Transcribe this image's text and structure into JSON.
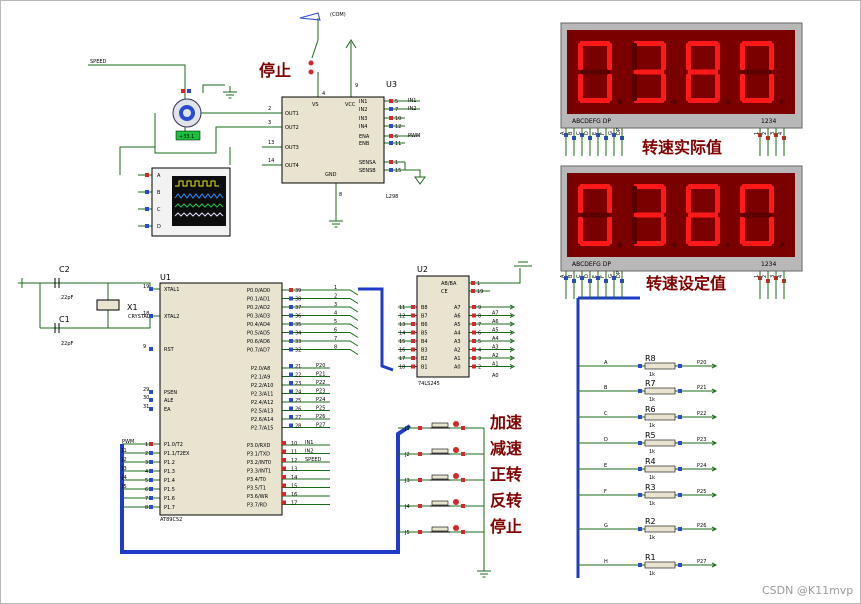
{
  "motor": {
    "label": "SPEED",
    "speed_readout": "+33.1"
  },
  "power": {
    "label": "(COM)"
  },
  "driver": {
    "ref": "U3",
    "part": "L298",
    "left_pins": [
      {
        "num": "2",
        "name": "OUT1"
      },
      {
        "num": "3",
        "name": "OUT2"
      },
      {
        "num": "13",
        "name": "OUT3"
      },
      {
        "num": "14",
        "name": "OUT4"
      }
    ],
    "top_pins": [
      {
        "num": "4",
        "name": "VS"
      },
      {
        "num": "9",
        "name": "VCC"
      }
    ],
    "gnd": {
      "num": "8",
      "name": "GND"
    },
    "right_pins": [
      {
        "num": "5",
        "name": "IN1",
        "net": "IN1"
      },
      {
        "num": "7",
        "name": "IN2",
        "net": "IN2"
      },
      {
        "num": "10",
        "name": "IN3",
        "net": ""
      },
      {
        "num": "12",
        "name": "IN4",
        "net": ""
      },
      {
        "num": "6",
        "name": "ENA",
        "net": "PWM"
      },
      {
        "num": "11",
        "name": "ENB",
        "net": ""
      },
      {
        "num": "1",
        "name": "SENSA",
        "net": ""
      },
      {
        "num": "15",
        "name": "SENSB",
        "net": ""
      }
    ]
  },
  "scope": {
    "channels": [
      "A",
      "B",
      "C",
      "D"
    ]
  },
  "mcu": {
    "ref": "U1",
    "part": "AT89C52",
    "left_pins": [
      {
        "num": "19",
        "name": "XTAL1"
      },
      {
        "num": "18",
        "name": "XTAL2"
      },
      {
        "num": "9",
        "name": "RST"
      },
      {
        "num": "29",
        "name": "PSEN"
      },
      {
        "num": "30",
        "name": "ALE"
      },
      {
        "num": "31",
        "name": "EA"
      }
    ],
    "p1": [
      {
        "num": "1",
        "name": "P1.0/T2",
        "net": "PWM"
      },
      {
        "num": "2",
        "name": "P1.1/T2EX",
        "net": "J1"
      },
      {
        "num": "3",
        "name": "P1.2",
        "net": "J2"
      },
      {
        "num": "4",
        "name": "P1.3",
        "net": "J3"
      },
      {
        "num": "5",
        "name": "P1.4",
        "net": "J4"
      },
      {
        "num": "6",
        "name": "P1.5",
        "net": "J5"
      },
      {
        "num": "7",
        "name": "P1.6",
        "net": ""
      },
      {
        "num": "8",
        "name": "P1.7",
        "net": ""
      }
    ],
    "p0": [
      {
        "num": "39",
        "name": "P0.0/AD0",
        "net": "1"
      },
      {
        "num": "38",
        "name": "P0.1/AD1",
        "net": "2"
      },
      {
        "num": "37",
        "name": "P0.2/AD2",
        "net": "3"
      },
      {
        "num": "36",
        "name": "P0.3/AD3",
        "net": "4"
      },
      {
        "num": "35",
        "name": "P0.4/AD4",
        "net": "5"
      },
      {
        "num": "34",
        "name": "P0.5/AD5",
        "net": "6"
      },
      {
        "num": "33",
        "name": "P0.6/AD6",
        "net": "7"
      },
      {
        "num": "32",
        "name": "P0.7/AD7",
        "net": "8"
      }
    ],
    "p2": [
      {
        "num": "21",
        "name": "P2.0/A8",
        "net": "P20"
      },
      {
        "num": "22",
        "name": "P2.1/A9",
        "net": "P21"
      },
      {
        "num": "23",
        "name": "P2.2/A10",
        "net": "P22"
      },
      {
        "num": "24",
        "name": "P2.3/A11",
        "net": "P23"
      },
      {
        "num": "25",
        "name": "P2.4/A12",
        "net": "P24"
      },
      {
        "num": "26",
        "name": "P2.5/A13",
        "net": "P25"
      },
      {
        "num": "27",
        "name": "P2.6/A14",
        "net": "P26"
      },
      {
        "num": "28",
        "name": "P2.7/A15",
        "net": "P27"
      }
    ],
    "p3": [
      {
        "num": "10",
        "name": "P3.0/RXD",
        "net": "IN1"
      },
      {
        "num": "11",
        "name": "P3.1/TXD",
        "net": "IN2"
      },
      {
        "num": "12",
        "name": "P3.2/INT0",
        "net": "SPEED"
      },
      {
        "num": "13",
        "name": "P3.3/INT1",
        "net": ""
      },
      {
        "num": "14",
        "name": "P3.4/T0",
        "net": ""
      },
      {
        "num": "15",
        "name": "P3.5/T1",
        "net": ""
      },
      {
        "num": "16",
        "name": "P3.6/WR",
        "net": ""
      },
      {
        "num": "17",
        "name": "P3.7/RD",
        "net": ""
      }
    ]
  },
  "crystal": {
    "ref": "X1",
    "value": "CRYSTAL",
    "c1": "C1",
    "c2": "C2",
    "c_value": "22pF"
  },
  "buffer": {
    "ref": "U2",
    "part": "74LS245",
    "top_pins": [
      {
        "num": "1",
        "name": "AB/BA"
      },
      {
        "num": "19",
        "name": "CE"
      }
    ],
    "b_pins": [
      {
        "num": "11",
        "name": "B8",
        "net": ""
      },
      {
        "num": "12",
        "name": "B7",
        "net": "8"
      },
      {
        "num": "13",
        "name": "B6",
        "net": "7"
      },
      {
        "num": "14",
        "name": "B5",
        "net": "6"
      },
      {
        "num": "15",
        "name": "B4",
        "net": "5"
      },
      {
        "num": "16",
        "name": "B3",
        "net": "4"
      },
      {
        "num": "17",
        "name": "B2",
        "net": "3"
      },
      {
        "num": "18",
        "name": "B1",
        "net": "2"
      }
    ],
    "a_pins": [
      {
        "num": "9",
        "name": "A7",
        "net": ""
      },
      {
        "num": "8",
        "name": "A6",
        "net": "A7"
      },
      {
        "num": "7",
        "name": "A5",
        "net": "A6"
      },
      {
        "num": "6",
        "name": "A4",
        "net": "A5"
      },
      {
        "num": "5",
        "name": "A3",
        "net": "A4"
      },
      {
        "num": "4",
        "name": "A2",
        "net": "A3"
      },
      {
        "num": "3",
        "name": "A1",
        "net": "A2"
      },
      {
        "num": "2",
        "name": "A0",
        "net": "A1"
      }
    ],
    "a0_net": "A0"
  },
  "displays": [
    {
      "digits": [
        "0",
        "3",
        "8",
        "0"
      ],
      "seg_label": "ABCDEFG  DP",
      "pos_label": "1234",
      "caption": "转速实际值"
    },
    {
      "digits": [
        "0",
        "3",
        "8",
        "0"
      ],
      "seg_label": "ABCDEFG  DP",
      "pos_label": "1234",
      "caption": "转速设定值"
    }
  ],
  "seg_pins": [
    "A",
    "B",
    "C",
    "D",
    "E",
    "F",
    "G",
    "DP"
  ],
  "pos_pins": [
    "1",
    "2",
    "3",
    "4"
  ],
  "buttons": [
    {
      "ref": "J1",
      "label": "加速"
    },
    {
      "ref": "J2",
      "label": "减速"
    },
    {
      "ref": "J3",
      "label": "正转"
    },
    {
      "ref": "J4",
      "label": "反转"
    },
    {
      "ref": "J5",
      "label": "停止"
    }
  ],
  "stop_switch_label": "停止",
  "resistors": [
    {
      "ref": "R8",
      "line": "A",
      "value": "1k",
      "net": "P20"
    },
    {
      "ref": "R7",
      "line": "B",
      "value": "1k",
      "net": "P21"
    },
    {
      "ref": "R6",
      "line": "C",
      "value": "1k",
      "net": "P22"
    },
    {
      "ref": "R5",
      "line": "D",
      "value": "1k",
      "net": "P23"
    },
    {
      "ref": "R4",
      "line": "E",
      "value": "1k",
      "net": "P24"
    },
    {
      "ref": "R3",
      "line": "F",
      "value": "1k",
      "net": "P25"
    },
    {
      "ref": "R2",
      "line": "G",
      "value": "1k",
      "net": "P26"
    },
    {
      "ref": "R1",
      "line": "H",
      "value": "1k",
      "net": "P27"
    }
  ],
  "watermark": "CSDN @K11mvp",
  "colors": {
    "wire": "#1a6b1a",
    "bus": "#1e3cc8",
    "chip": "#e8e4d0",
    "pin_red": "#d8262b",
    "pin_blue": "#2a4bd0",
    "segment": "#ff1a1a",
    "display_bg": "#7a0000",
    "display_frame": "#b8b8b8",
    "label": "#800000"
  }
}
